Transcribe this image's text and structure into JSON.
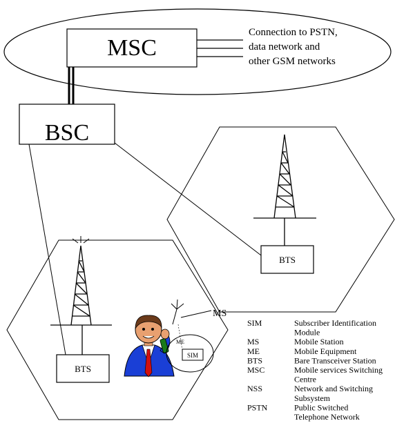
{
  "nodes": {
    "msc_label": "MSC",
    "bsc_label": "BSC",
    "bts_top_label": "BTS",
    "bts_bottom_label": "BTS"
  },
  "connection_text": [
    "Connection to PSTN,",
    "data network and",
    "other GSM networks"
  ],
  "mobile": {
    "ms_label": "MS",
    "me_label": "ME",
    "sim_label": "SIM"
  },
  "glossary": [
    {
      "abbr": "SIM",
      "lines": [
        "Subscriber Identification",
        "Module"
      ]
    },
    {
      "abbr": "MS",
      "lines": [
        "Mobile Station"
      ]
    },
    {
      "abbr": "ME",
      "lines": [
        "Mobile Equipment"
      ]
    },
    {
      "abbr": "BTS",
      "lines": [
        "Bare Transceiver Station"
      ]
    },
    {
      "abbr": "MSC",
      "lines": [
        "Mobile services Switching",
        "Centre"
      ]
    },
    {
      "abbr": "NSS",
      "lines": [
        "Network and Switching",
        "Subsystem"
      ]
    },
    {
      "abbr": "PSTN",
      "lines": [
        "Public Switched",
        "Telephone Network"
      ]
    }
  ],
  "colors": {
    "line": "#000000",
    "suit": "#1a3fd6",
    "tie": "#d01010",
    "skin": "#e8a070",
    "hair": "#6b3a1a",
    "phone": "#1a7a1a"
  }
}
